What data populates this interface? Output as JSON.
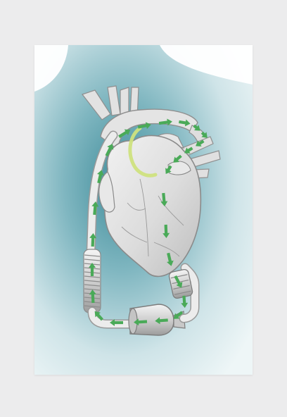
{
  "diagram": {
    "subject": "heart-with-left-ventricular-assist-device",
    "flow_direction": "apex-to-pump-to-aorta",
    "colors": {
      "page_background": "#ececed",
      "panel_top": "#ffffff",
      "panel_bottom": "#5e9fac",
      "heart_fill": "#d9d9d9",
      "heart_stroke": "#8f8f8f",
      "flow_arrow": "#4aaa58",
      "aortic_arch_highlight": "#cfe27e",
      "device_metal": "#d4d4d4"
    },
    "icons": {
      "flow": "arrow-chevron",
      "outflow_graft": "ribbed-tube",
      "pump": "cylinder-pump"
    }
  }
}
